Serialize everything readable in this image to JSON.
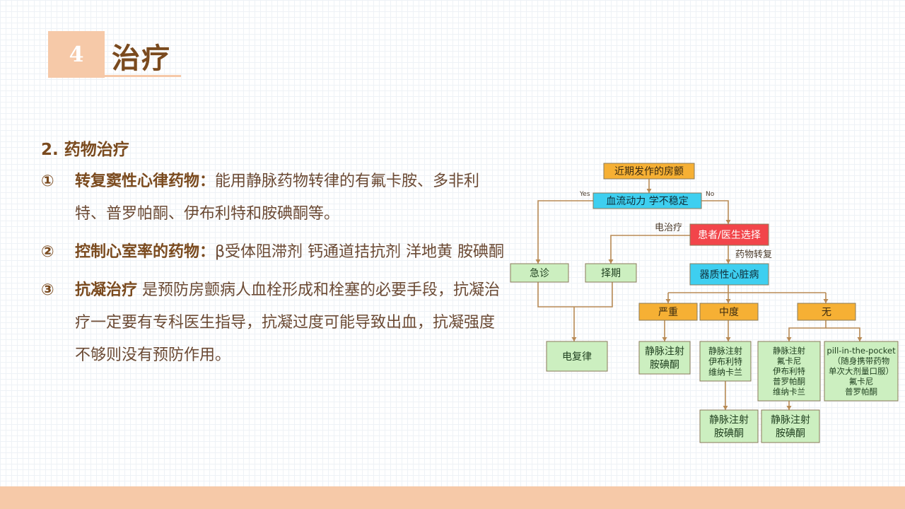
{
  "header": {
    "number": "4",
    "title": "治疗"
  },
  "content": {
    "heading": "2. 药物治疗",
    "items": [
      {
        "num": "①",
        "lead": "转复窦性心律药物：",
        "text": "能用静脉药物转律的有氟卡胺、多非利特、普罗帕酮、伊布利特和胺碘酮等。"
      },
      {
        "num": "②",
        "lead": "控制心室率的药物：",
        "text": "β受体阻滞剂 钙通道拮抗剂 洋地黄 胺碘酮"
      },
      {
        "num": "③",
        "lead": "抗凝治疗",
        "text": "  是预防房颤病人血栓形成和栓塞的必要手段，抗凝治疗一定要有专科医生指导，抗凝过度可能导致出血，抗凝强度不够则没有预防作用。"
      }
    ]
  },
  "flowchart": {
    "colors": {
      "orange": "#f6b034",
      "cyan": "#3ecff0",
      "red": "#f2454a",
      "green": "#ccefc0",
      "line": "#b88a55"
    },
    "labels": {
      "yes": "Yes",
      "no": "No",
      "electro": "电治疗",
      "drug": "药物转复"
    },
    "nodes": {
      "recent_af": [
        "近期发作的房颤"
      ],
      "hemo": [
        "血流动力 学不稳定"
      ],
      "choice": [
        "患者/医生选择"
      ],
      "emergency": [
        "急诊"
      ],
      "elective": [
        "择期"
      ],
      "cardioversion": [
        "电复律"
      ],
      "organic": [
        "器质性心脏病"
      ],
      "severe": [
        "严重"
      ],
      "moderate": [
        "中度"
      ],
      "none": [
        "无"
      ],
      "severe_drugs": [
        "静脉注射",
        "胺碘酮"
      ],
      "moderate_drugs": [
        "静脉注射",
        "伊布利特",
        "维纳卡兰"
      ],
      "none_drugs": [
        "静脉注射",
        "氟卡尼",
        "伊布利特",
        "普罗帕酮",
        "维纳卡兰"
      ],
      "pocket": [
        "pill-in-the-pocket",
        "（随身携带药物",
        "单次大剂量口服）",
        "氟卡尼",
        "普罗帕酮"
      ],
      "moderate_next": [
        "静脉注射",
        "胺碘酮"
      ],
      "none_next": [
        "静脉注射",
        "胺碘酮"
      ]
    }
  }
}
